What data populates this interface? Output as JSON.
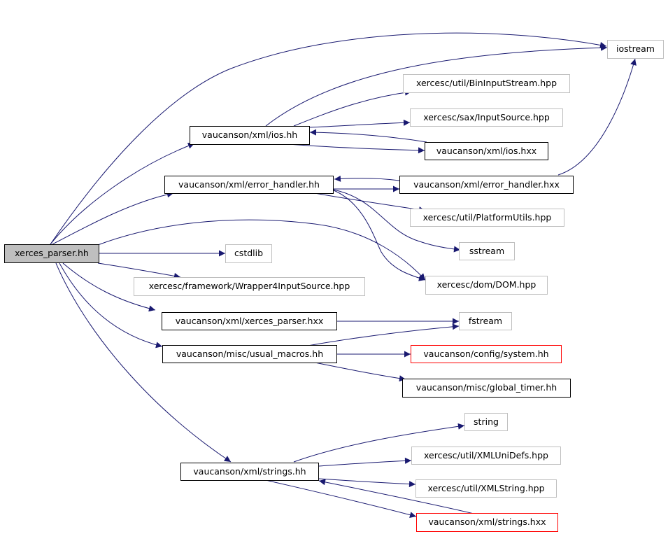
{
  "colors": {
    "edge": "#191970",
    "external_border": "#bfbfbf",
    "incomplete_border": "#ff0000",
    "root_fill": "#bfbfbf"
  },
  "nodes": {
    "root": "xerces_parser.hh",
    "iostream": "iostream",
    "bininputstream": "xercesc/util/BinInputStream.hpp",
    "inputsource": "xercesc/sax/InputSource.hpp",
    "ios_hh": "vaucanson/xml/ios.hh",
    "ios_hxx": "vaucanson/xml/ios.hxx",
    "error_handler_hh": "vaucanson/xml/error_handler.hh",
    "error_handler_hxx": "vaucanson/xml/error_handler.hxx",
    "platformutils": "xercesc/util/PlatformUtils.hpp",
    "sstream": "sstream",
    "cstdlib": "cstdlib",
    "dom": "xercesc/dom/DOM.hpp",
    "wrapper4": "xercesc/framework/Wrapper4InputSource.hpp",
    "xerces_parser_hxx": "vaucanson/xml/xerces_parser.hxx",
    "fstream": "fstream",
    "usual_macros": "vaucanson/misc/usual_macros.hh",
    "system_hh": "vaucanson/config/system.hh",
    "global_timer": "vaucanson/misc/global_timer.hh",
    "string": "string",
    "strings_hh": "vaucanson/xml/strings.hh",
    "xmlunidefs": "xercesc/util/XMLUniDefs.hpp",
    "xmlstring": "xercesc/util/XMLString.hpp",
    "strings_hxx": "vaucanson/xml/strings.hxx"
  }
}
